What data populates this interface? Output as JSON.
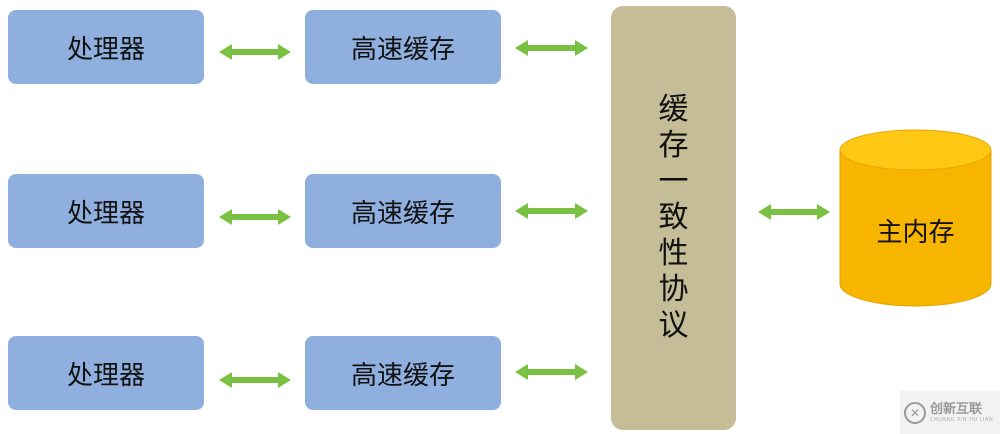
{
  "rows": [
    {
      "processor": "处理器",
      "cache": "高速缓存"
    },
    {
      "processor": "处理器",
      "cache": "高速缓存"
    },
    {
      "processor": "处理器",
      "cache": "高速缓存"
    }
  ],
  "protocol": {
    "label": "缓存一致性协议"
  },
  "main_memory": {
    "label": "主内存"
  },
  "watermark": {
    "cn": "创新互联",
    "en": "CHUANG XIN HU LIAN"
  },
  "colors": {
    "box": "#8fb0df",
    "protocol": "#c4bd97",
    "arrow": "#7ac143",
    "memory_side": "#f7b500",
    "memory_top": "#ffc814"
  }
}
